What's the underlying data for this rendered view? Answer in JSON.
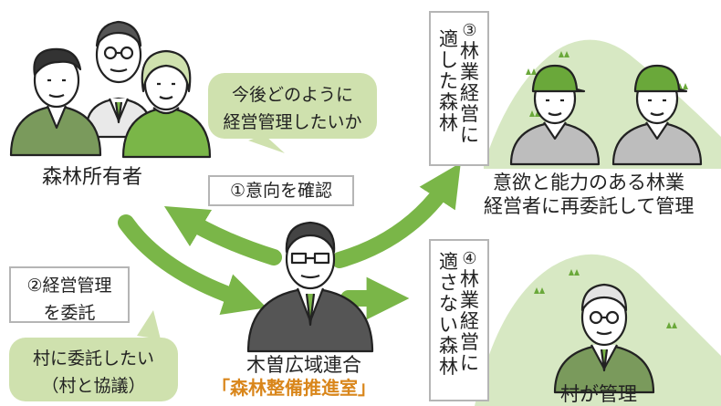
{
  "owners": {
    "label": "森林所有者"
  },
  "request_bubble": {
    "line1": "今後どのように",
    "line2": "経営管理したいか"
  },
  "step1": {
    "label": "①意向を確認"
  },
  "step2": {
    "line1": "②経営管理",
    "line2": "を委託"
  },
  "entrust_bubble": {
    "line1": "村に委託したい",
    "line2": "（村と協議）"
  },
  "union": {
    "name": "木曽広域連合",
    "office": "「森林整備推進室」"
  },
  "step3": {
    "number": "③",
    "col1": [
      "林",
      "業",
      "経",
      "営",
      "に"
    ],
    "col2": [
      "適",
      "し",
      "た",
      "森",
      "林"
    ]
  },
  "step4": {
    "number": "④",
    "col1": [
      "林",
      "業",
      "経",
      "営",
      "に"
    ],
    "col2": [
      "適",
      "さ",
      "な",
      "い",
      "森",
      "林"
    ]
  },
  "foresters": {
    "line1": "意欲と能力のある林業",
    "line2": "経営者に再委託して管理"
  },
  "village": {
    "label": "村が管理"
  },
  "colors": {
    "green": "#7ab648",
    "light_green": "#cfe1ae",
    "mountain": "#d7e8c3",
    "highlight": "#d9861b",
    "border": "#b5b5b5",
    "work_jacket": "#bdbdbd"
  }
}
